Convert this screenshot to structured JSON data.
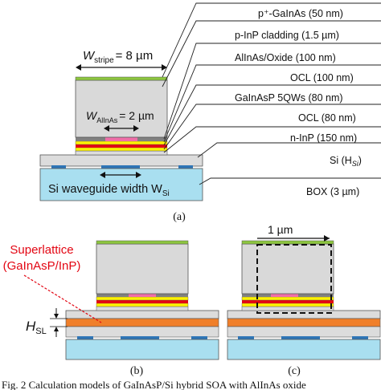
{
  "diagram_a": {
    "stripe_width_label": "W",
    "stripe_width_sub": "stripe",
    "stripe_width_value": "= 8 µm",
    "allnas_width_label": "W",
    "allnas_width_sub": "AlInAs",
    "allnas_width_value": "= 2 µm",
    "waveguide_label": "Si waveguide width W",
    "waveguide_sub": "Si",
    "layers": [
      "p⁺-GaInAs (50 nm)",
      "p-InP cladding (1.5 µm)",
      "AlInAs/Oxide (100 nm)",
      "OCL (100 nm)",
      "GaInAsP 5QWs (80 nm)",
      "OCL (80 nm)",
      "n-InP (150 nm)",
      "Si (H",
      "BOX (3 µm)"
    ],
    "si_sub": "Si",
    "si_close": ")",
    "caption": "(a)"
  },
  "diagram_b": {
    "superlattice_line1": "Superlattice",
    "superlattice_line2": "(GaInAsP/InP)",
    "h_label": "H",
    "h_sub": "SL",
    "caption": "(b)"
  },
  "diagram_c": {
    "region_label": "1 µm",
    "caption": "(c)"
  },
  "figure_caption": "Fig. 2 Calculation models of GaInAsP/Si hybrid SOA with AlInAs oxide",
  "colors": {
    "green": "#8dc63f",
    "gray": "#d9d9d9",
    "dark_gray": "#808080",
    "yellow": "#fff200",
    "red": "#e30613",
    "pink": "#f06ea9",
    "blue": "#2e75b6",
    "box": "#a9dff0",
    "orange": "#f07f2a",
    "superlattice": "#e30613"
  }
}
